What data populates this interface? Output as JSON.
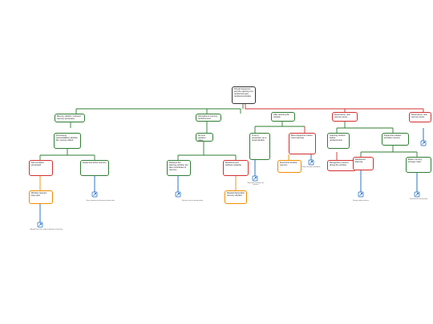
{
  "nodes": {
    "root": {
      "text": "Should dopamine and the opening of a reinforced eyes, reinforced window"
    },
    "memory_deficit": {
      "text": "Memory deficits / reduced memory processes"
    },
    "processing": {
      "text": "Processing (consolidation) whether the memory deficit"
    },
    "not_encoded": {
      "text": "Not encoded / processed"
    },
    "dopamine_active": {
      "text": "Dopamine active memory"
    },
    "window_open": {
      "text": "Window opened, stay open"
    },
    "strengthens": {
      "text": "Strengthens memory, reinforcement"
    },
    "no_time_window": {
      "text": "No time window / when opening"
    },
    "reduces_learning": {
      "text": "Reduces the learning window, but also contributes to memory"
    },
    "reinforcement": {
      "text": "Reinforcement (without rewards)"
    },
    "reward_dep": {
      "text": "Reward dependent memory window"
    },
    "after_opening": {
      "text": "After opening the window"
    },
    "time_remember": {
      "text": "Time to remember, as a timed window"
    },
    "more_dopamine": {
      "text": "More dopamine means more learning"
    },
    "fixed_window": {
      "text": "Fixed time window, memory"
    },
    "novel_items": {
      "text": "Novel items, new memory items"
    },
    "learning_window": {
      "text": "Learning window before reinforcement"
    },
    "dopamine_release": {
      "text": "Dopamine release provides memory"
    },
    "recognition": {
      "text": "Recognition memory during the window"
    },
    "reinforced_learning": {
      "text": "Reinforced learning"
    },
    "better_memory": {
      "text": "Better memory, stronger trace"
    }
  },
  "references": {
    "ref_1": "Adapted from source study on dopamine and memory",
    "ref_2": "Source: dopamine reinforcement window study",
    "ref_3": "Reference note on learning window",
    "ref_4": "Experimental memory trace reference",
    "ref_5": "Study of memory consolidation",
    "ref_6": "Memory window reference",
    "ref_7": "Reinforcement learning study"
  },
  "colors": {
    "green": "#2e7d32",
    "red": "#d32f2f",
    "orange": "#ef8c00",
    "root": "#333333",
    "link_icon": "#1565c0"
  },
  "icons": [
    "link-icon"
  ]
}
